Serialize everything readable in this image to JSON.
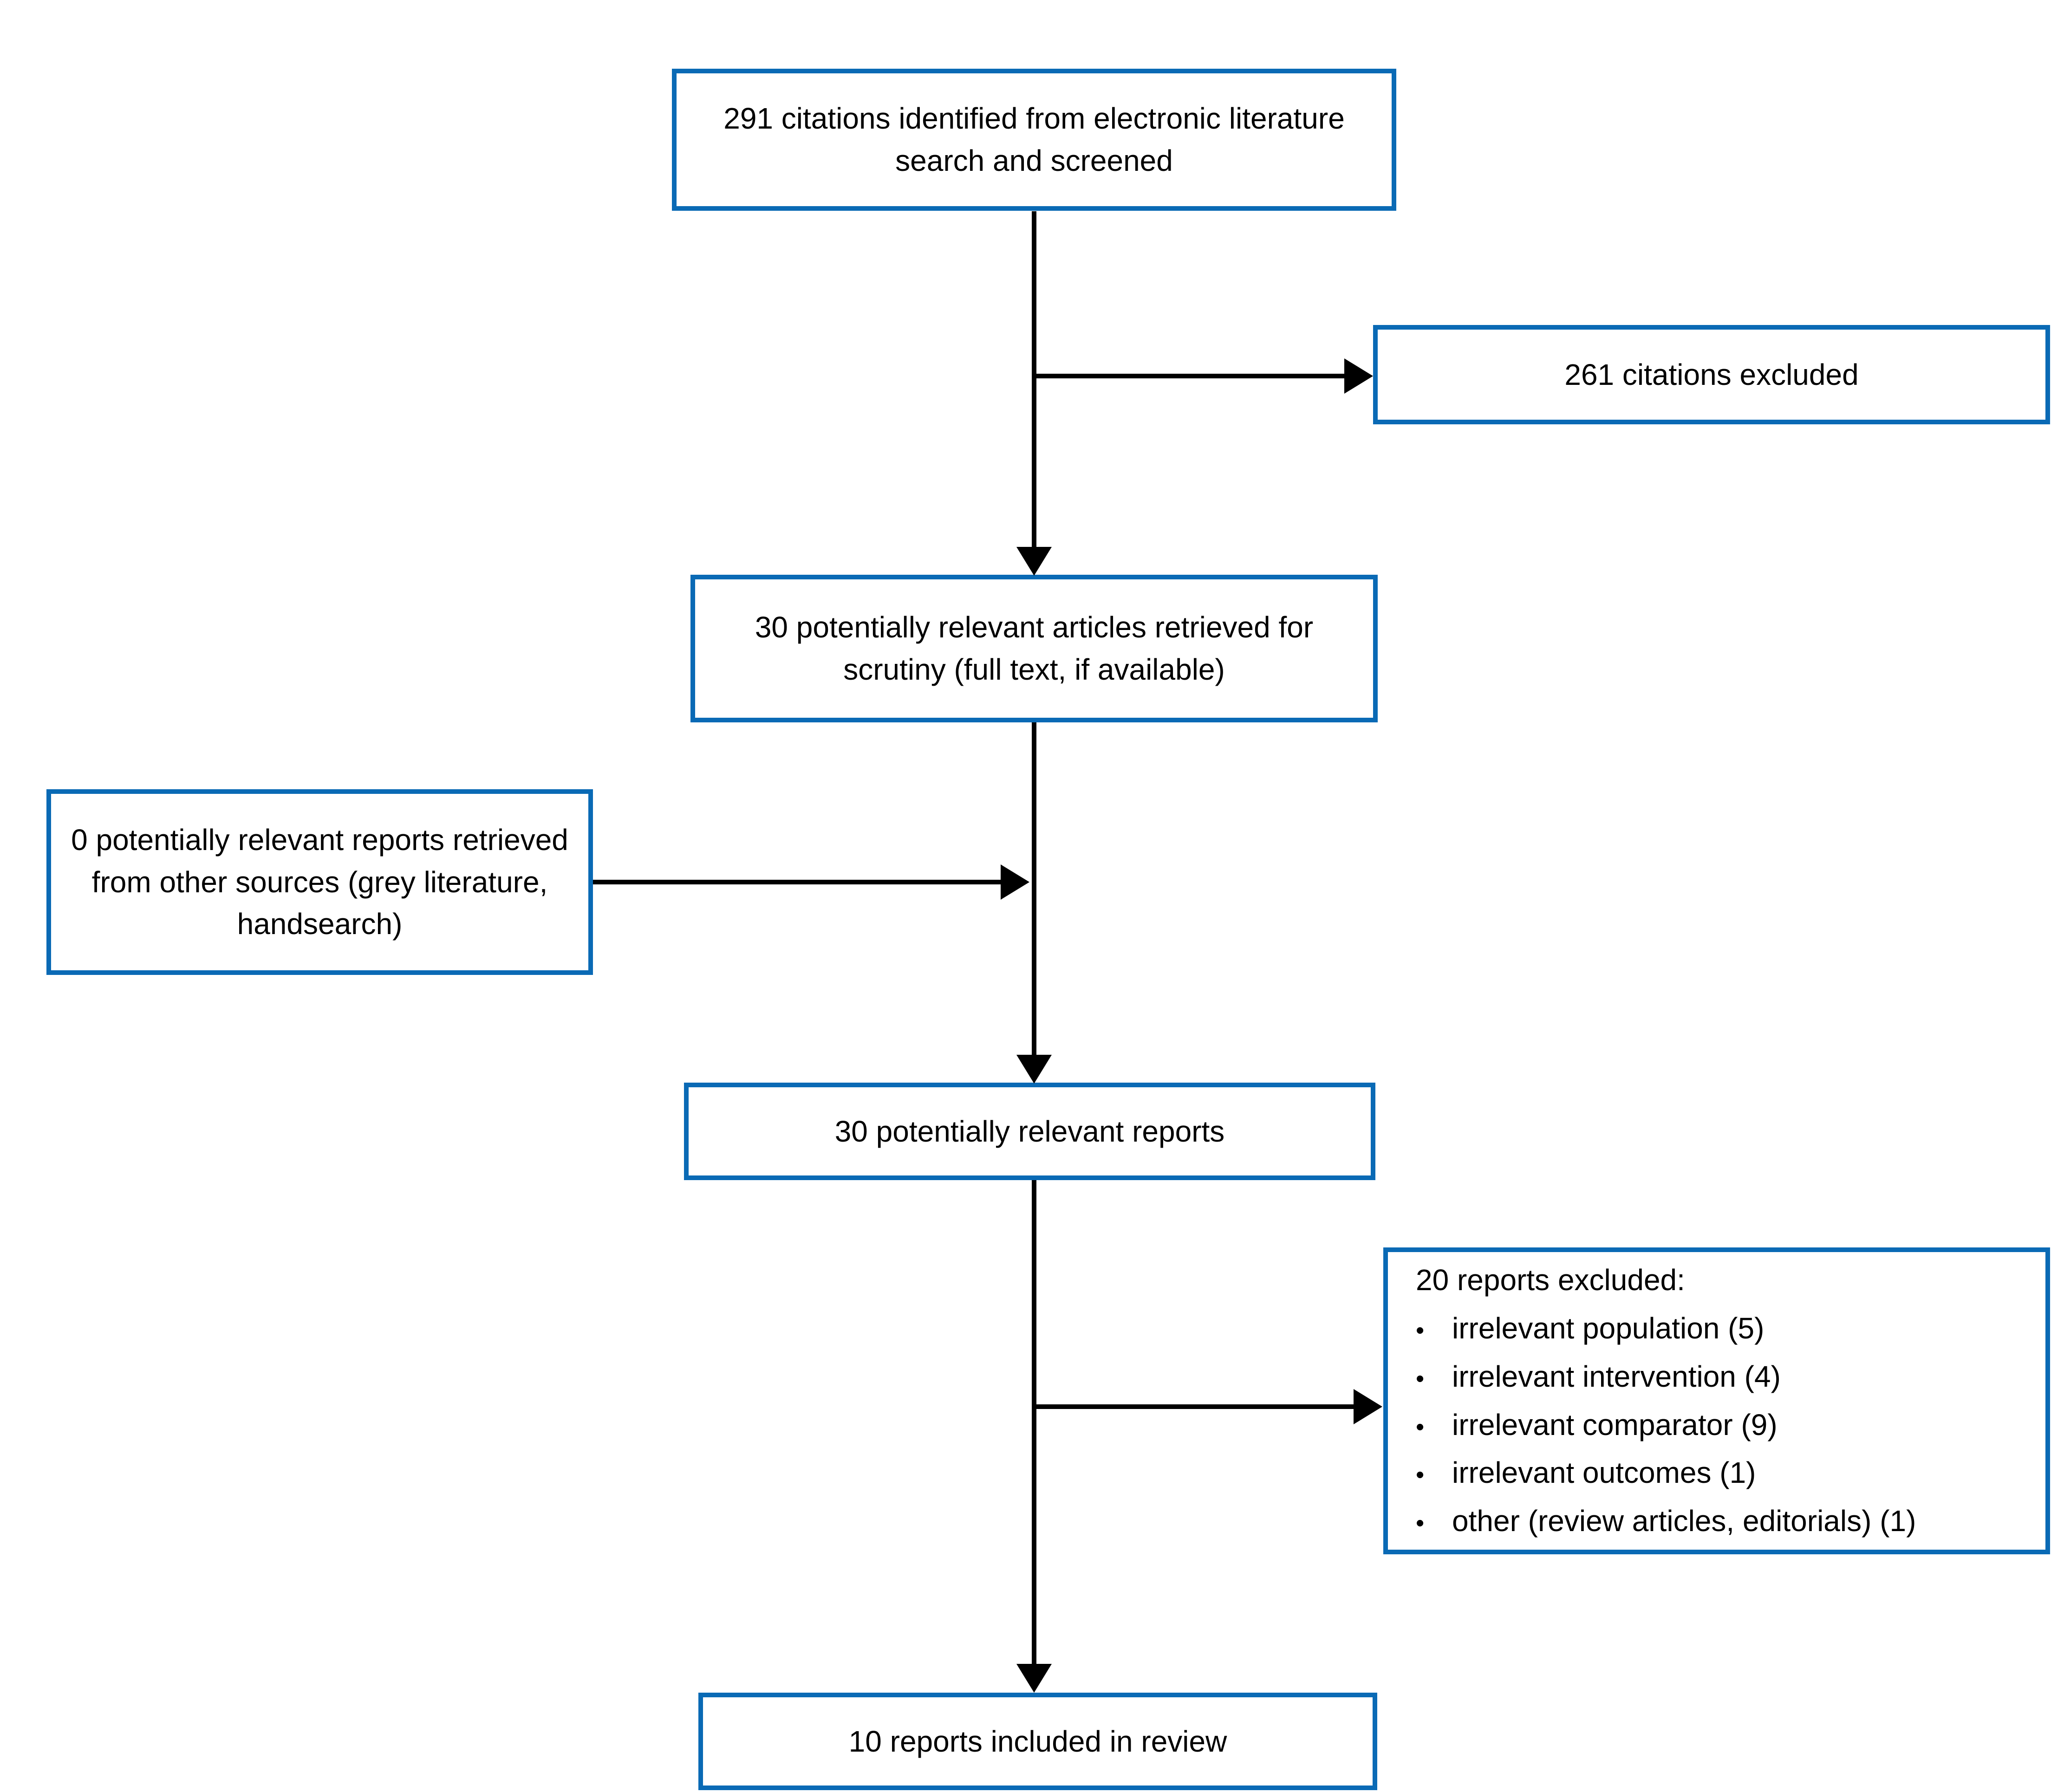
{
  "boxes": {
    "citations_identified": {
      "text": "291 citations identified from electronic literature search and screened"
    },
    "citations_excluded": {
      "text": "261 citations excluded"
    },
    "articles_retrieved": {
      "text": "30 potentially relevant articles retrieved for scrutiny (full text, if available)"
    },
    "other_sources": {
      "text": "0 potentially relevant reports retrieved from other sources (grey literature, handsearch)"
    },
    "relevant_reports": {
      "text": "30 potentially relevant reports"
    },
    "reports_excluded": {
      "title": "20 reports excluded:",
      "bullet_glyph": "•",
      "bullets": [
        "irrelevant population (5)",
        "irrelevant intervention (4)",
        "irrelevant comparator (9)",
        "irrelevant outcomes (1)",
        "other (review articles, editorials) (1)"
      ]
    },
    "reports_included": {
      "text": "10 reports included in review"
    }
  },
  "colors": {
    "box_border": "#0a6ab5",
    "arrow": "#000000",
    "background": "#ffffff",
    "text": "#000000"
  }
}
